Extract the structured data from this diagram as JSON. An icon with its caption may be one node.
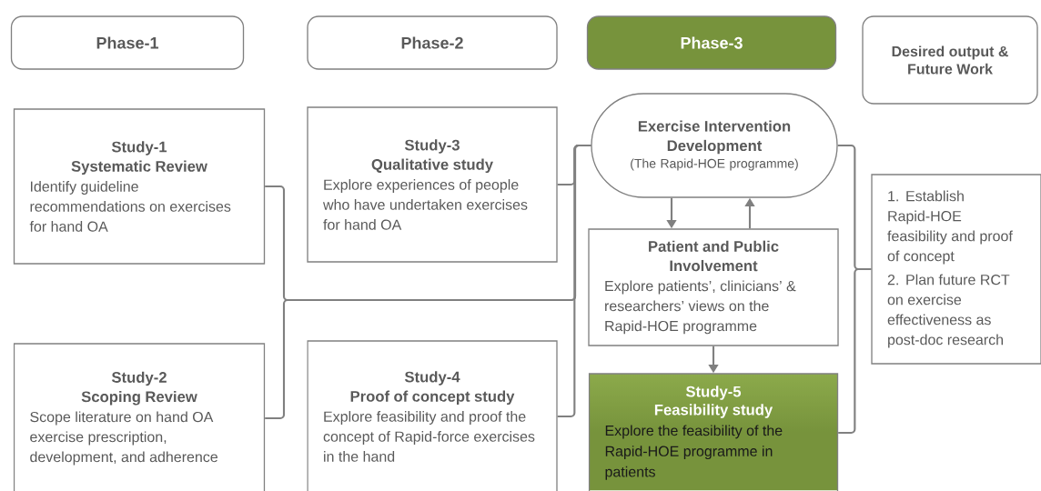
{
  "diagram": {
    "nodes": [
      {
        "text": [
          "Phase-1"
        ]
      },
      {
        "text": [
          "Phase-2"
        ]
      },
      {
        "text": [
          "Phase-3"
        ]
      },
      {
        "text": [
          "Desired output & Future Work"
        ]
      },
      {
        "text": [
          "Study-1",
          "Systematic Review",
          "Identify guideline recommendations on exercises for hand OA"
        ]
      },
      {
        "text": [
          "Study-3",
          "Qualitative study",
          "Explore experiences of people who have undertaken exercises for hand OA"
        ]
      },
      {
        "text": [
          "Exercise Intervention Development",
          "(The Rapid-HOE programme)"
        ]
      },
      {
        "text": [
          "Patient and Public Involvement",
          "Explore patients’, clinicians’ & researchers’ views on the Rapid-HOE programme"
        ]
      },
      {
        "text": [
          "1. Establish Rapid-HOE feasibility and proof of concept",
          "2. Plan future RCT on exercise effectiveness as post-doc research"
        ]
      },
      {
        "text": [
          "Study-2",
          "Scoping Review",
          "Scope literature on hand OA exercise prescription, development, and adherence"
        ]
      },
      {
        "text": [
          "Study-4",
          "Proof of concept study",
          "Explore feasibility and proof the concept of Rapid-force exercises in the hand"
        ]
      },
      {
        "text": [
          "Study-5",
          "Feasibility study",
          "Explore the feasibility of the Rapid-HOE programme in patients"
        ]
      }
    ],
    "edges": [
      {
        "from": 4,
        "to": 6,
        "arrow": "none"
      },
      {
        "from": 9,
        "to": 6,
        "arrow": "none"
      },
      {
        "from": 5,
        "to": 6,
        "arrow": "none"
      },
      {
        "from": 10,
        "to": 6,
        "arrow": "none"
      },
      {
        "from": 6,
        "to": 8,
        "arrow": "none"
      },
      {
        "from": 11,
        "to": 8,
        "arrow": "none"
      },
      {
        "from": 6,
        "to": 7,
        "arrow": "to"
      },
      {
        "from": 7,
        "to": 6,
        "arrow": "to"
      },
      {
        "from": 7,
        "to": 11,
        "arrow": "to"
      }
    ]
  }
}
